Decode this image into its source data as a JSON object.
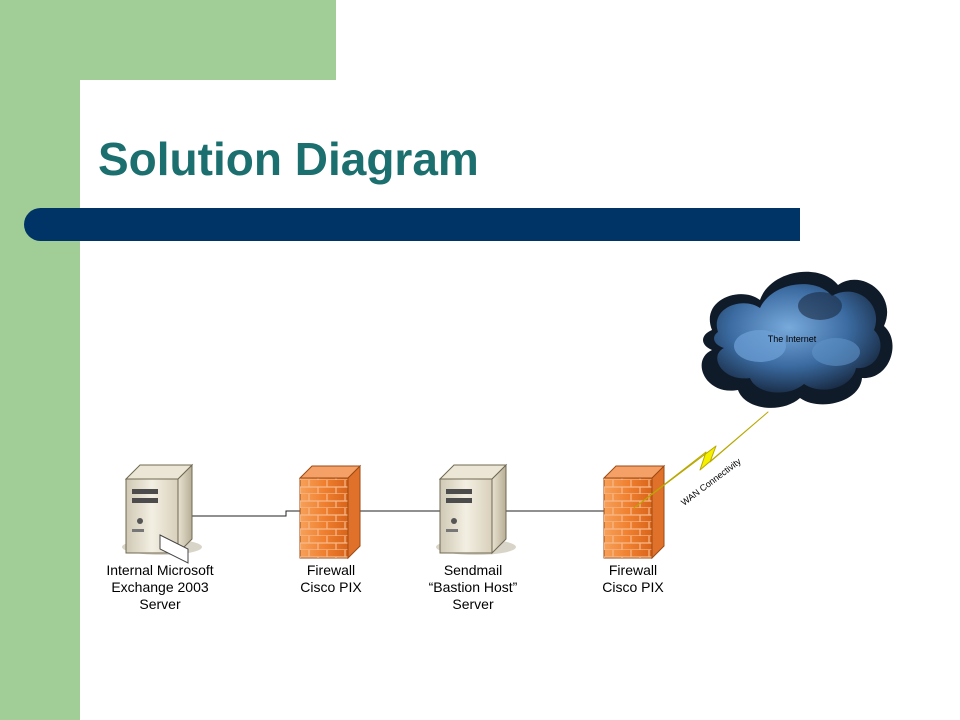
{
  "slide": {
    "title": "Solution Diagram"
  },
  "nodes": [
    {
      "id": "exchange",
      "icon": "server-icon",
      "lines": [
        "Internal Microsoft",
        "Exchange 2003",
        "Server"
      ]
    },
    {
      "id": "firewall1",
      "icon": "firewall-icon",
      "lines": [
        "Firewall",
        "Cisco PIX"
      ]
    },
    {
      "id": "sendmail",
      "icon": "server-icon",
      "lines": [
        "Sendmail",
        "“Bastion Host”",
        "Server"
      ]
    },
    {
      "id": "firewall2",
      "icon": "firewall-icon",
      "lines": [
        "Firewall",
        "Cisco PIX"
      ]
    }
  ],
  "cloud": {
    "icon": "cloud-icon",
    "label": "The Internet"
  },
  "link": {
    "icon": "lightning-icon",
    "label": "WAN Connectivity"
  },
  "colors": {
    "accent_green": "#a0ce96",
    "title_teal": "#1b6f6e",
    "bar_navy": "#003366",
    "firewall_orange": "#f07a2a",
    "cloud_blue": "#3b6fa8",
    "lightning_yellow": "#f4f000"
  }
}
